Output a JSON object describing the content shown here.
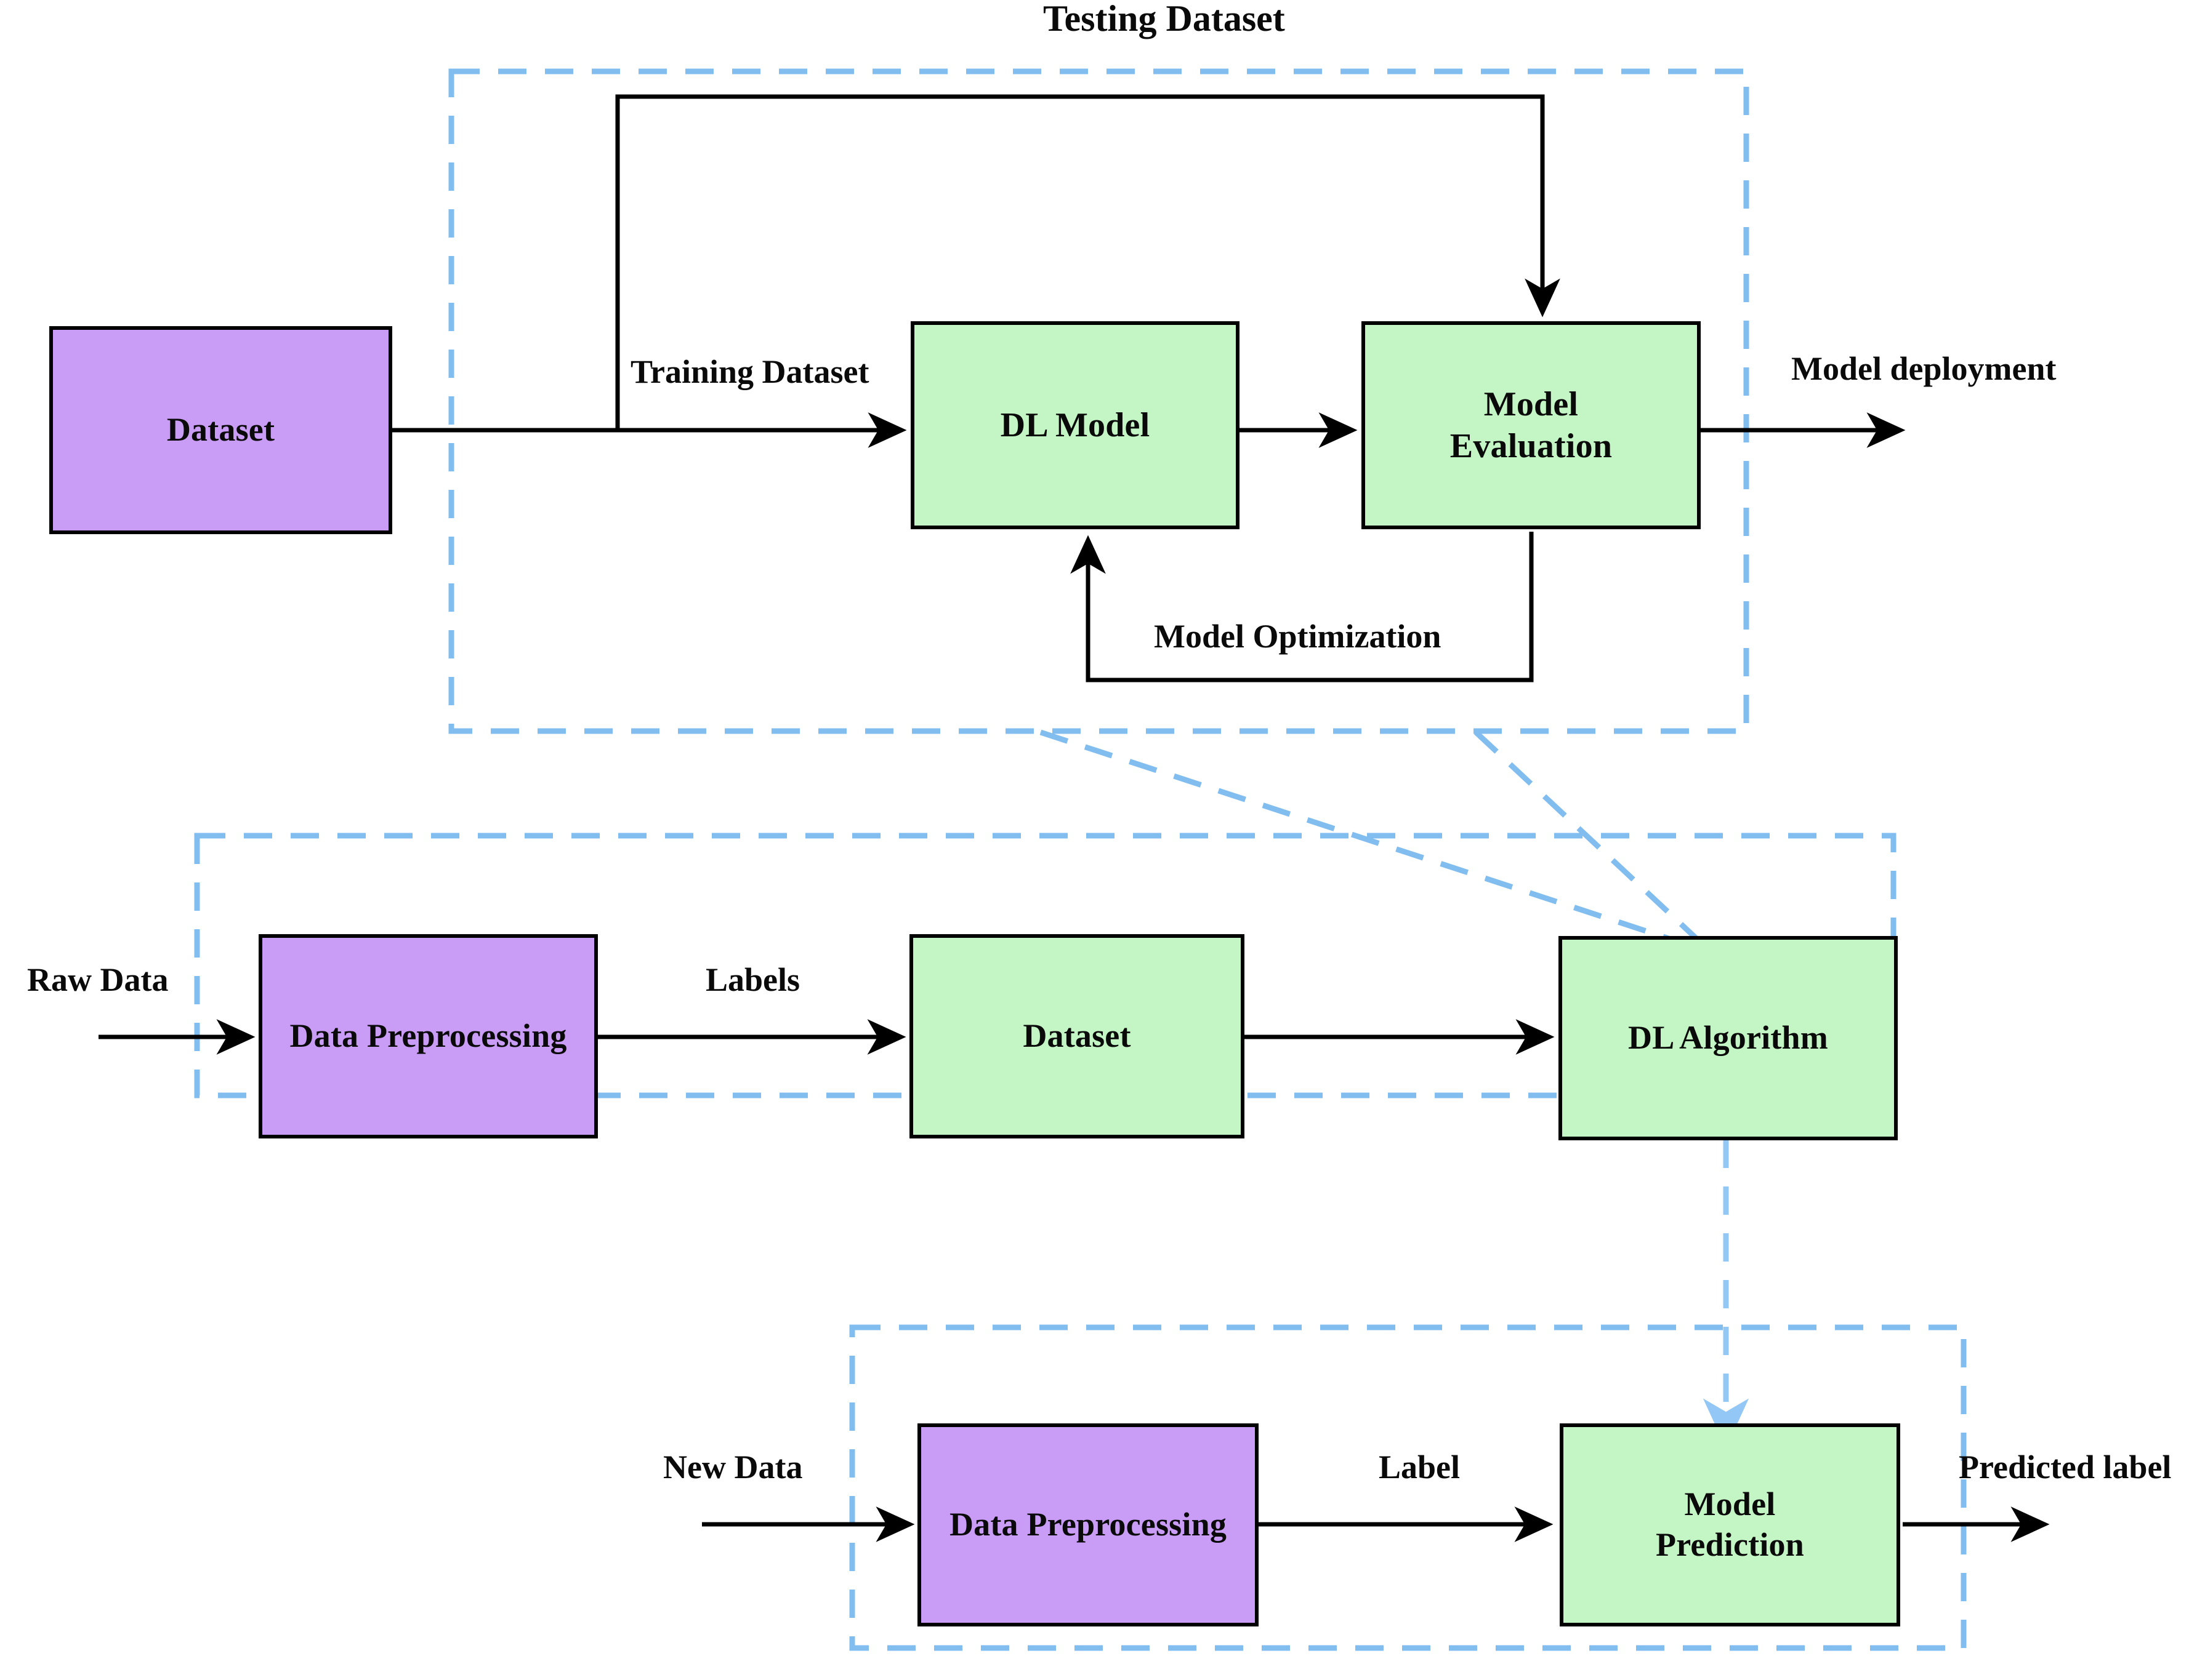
{
  "diagram": {
    "title": "Testing Dataset",
    "colors": {
      "purple_fill": "#c99cf5",
      "green_fill": "#c4f5c4",
      "node_stroke": "#000000",
      "zone_dash": "#82bdf0",
      "connector": "#000000",
      "flow_dash": "#82bdf0"
    },
    "zones": [
      {
        "id": "training",
        "label": "Testing Dataset"
      },
      {
        "id": "data_pipeline",
        "label": ""
      },
      {
        "id": "inference",
        "label": ""
      }
    ],
    "nodes": [
      {
        "id": "dataset_source",
        "label": "Dataset",
        "fill": "purple"
      },
      {
        "id": "dl_model",
        "label": "DL Model",
        "fill": "green"
      },
      {
        "id": "model_evaluation",
        "label": "Model\nEvaluation",
        "fill": "green"
      },
      {
        "id": "data_preprocessing_train",
        "label": "Data Preprocessing",
        "fill": "purple"
      },
      {
        "id": "dataset_built",
        "label": "Dataset",
        "fill": "green"
      },
      {
        "id": "dl_algorithm",
        "label": "DL Algorithm",
        "fill": "green"
      },
      {
        "id": "data_preprocessing_new",
        "label": "Data Preprocessing",
        "fill": "purple"
      },
      {
        "id": "model_prediction",
        "label": "Model\nPrediction",
        "fill": "green"
      }
    ],
    "edge_labels": [
      {
        "id": "training_dataset",
        "text": "Training Dataset"
      },
      {
        "id": "model_deployment",
        "text": "Model deployment"
      },
      {
        "id": "model_optimization",
        "text": "Model Optimization"
      },
      {
        "id": "raw_data",
        "text": "Raw Data"
      },
      {
        "id": "labels",
        "text": "Labels"
      },
      {
        "id": "new_data",
        "text": "New Data"
      },
      {
        "id": "label",
        "text": "Label"
      },
      {
        "id": "predicted_label",
        "text": "Predicted label"
      }
    ],
    "node_text": {
      "dataset_source": "Dataset",
      "dl_model": "DL Model",
      "model_evaluation_line1": "Model",
      "model_evaluation_line2": "Evaluation",
      "data_preprocessing_train": "Data Preprocessing",
      "dataset_built": "Dataset",
      "dl_algorithm": "DL Algorithm",
      "data_preprocessing_new": "Data Preprocessing",
      "model_prediction_line1": "Model",
      "model_prediction_line2": "Prediction"
    }
  }
}
